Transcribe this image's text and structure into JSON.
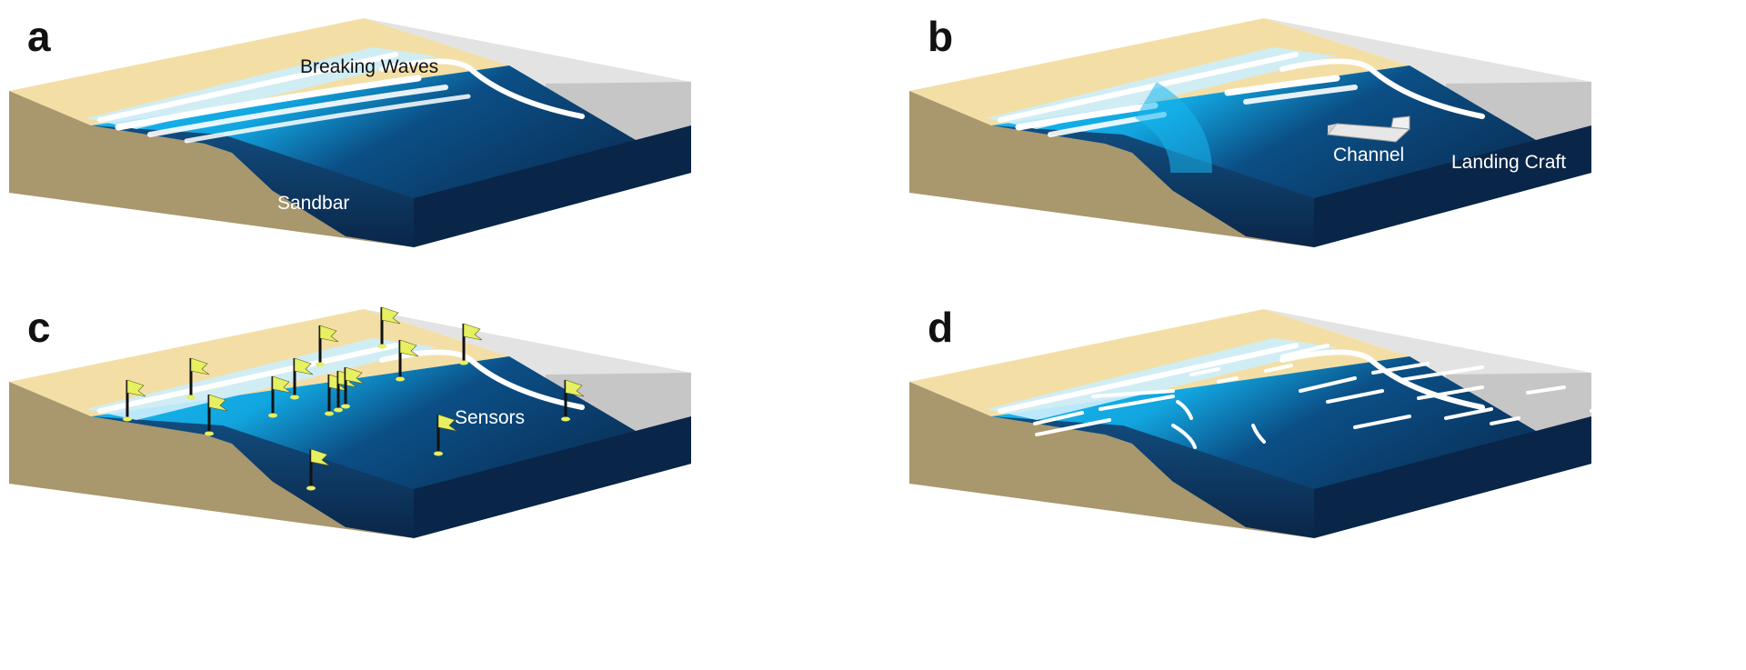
{
  "panels": [
    {
      "id": "a",
      "letter": "a",
      "labels": {
        "waves": "Breaking Waves",
        "sandbar": "Sandbar"
      }
    },
    {
      "id": "b",
      "letter": "b",
      "labels": {
        "channel": "Channel",
        "craft": "Landing Craft"
      }
    },
    {
      "id": "c",
      "letter": "c",
      "labels": {
        "sensors": "Sensors"
      }
    },
    {
      "id": "d",
      "letter": "d",
      "labels": {}
    }
  ],
  "colors": {
    "sand_top": "#f3dfa6",
    "sand_side": "#a9976d",
    "deep_water": "#0b2c52",
    "shallow_water": "#17b6ef",
    "surf": "#cdeefd",
    "gray_top": "#e3e3e3",
    "gray_side": "#c2c2c2",
    "sensor_flag": "#e6f061",
    "pole": "#111111",
    "boat": "#e7e7e7"
  }
}
